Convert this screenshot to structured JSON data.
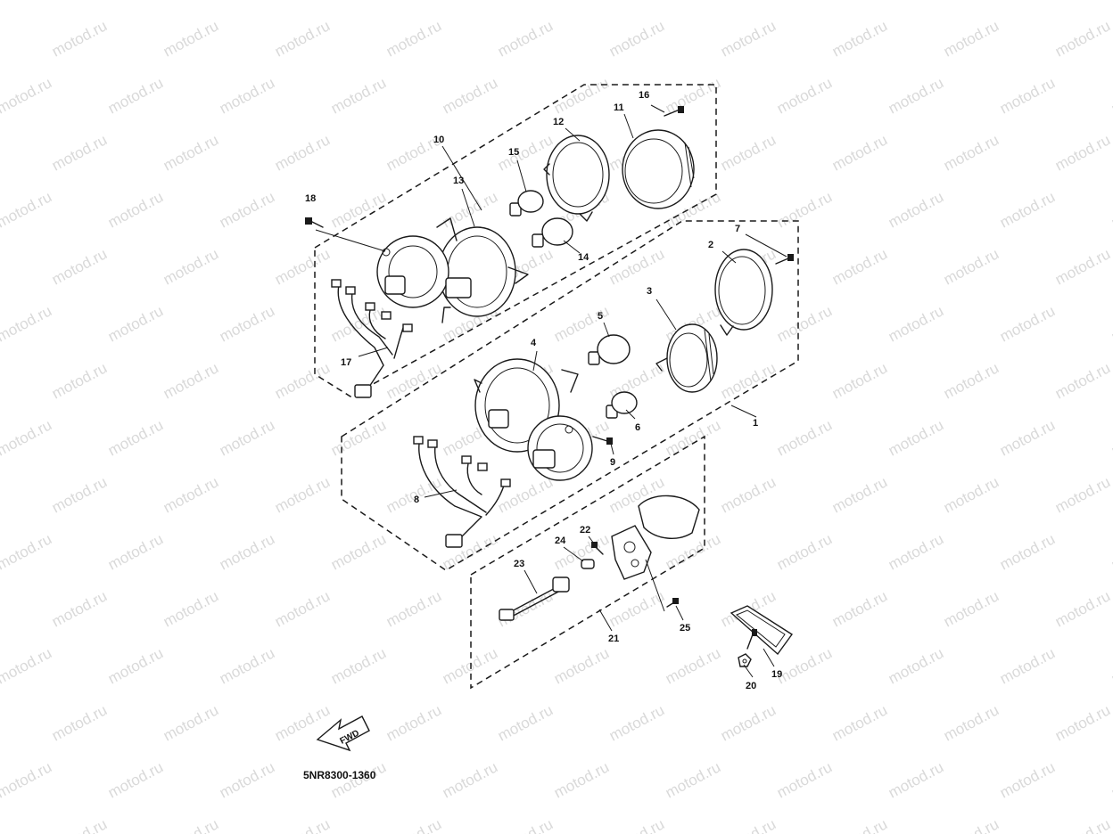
{
  "watermark": "motod.ru",
  "diagram_code": "5NR8300-1360",
  "fwd_label": "FWD",
  "callouts": [
    "1",
    "2",
    "3",
    "4",
    "5",
    "6",
    "7",
    "8",
    "9",
    "10",
    "11",
    "12",
    "13",
    "14",
    "15",
    "16",
    "17",
    "18",
    "19",
    "20",
    "21",
    "22",
    "23",
    "24",
    "25"
  ]
}
